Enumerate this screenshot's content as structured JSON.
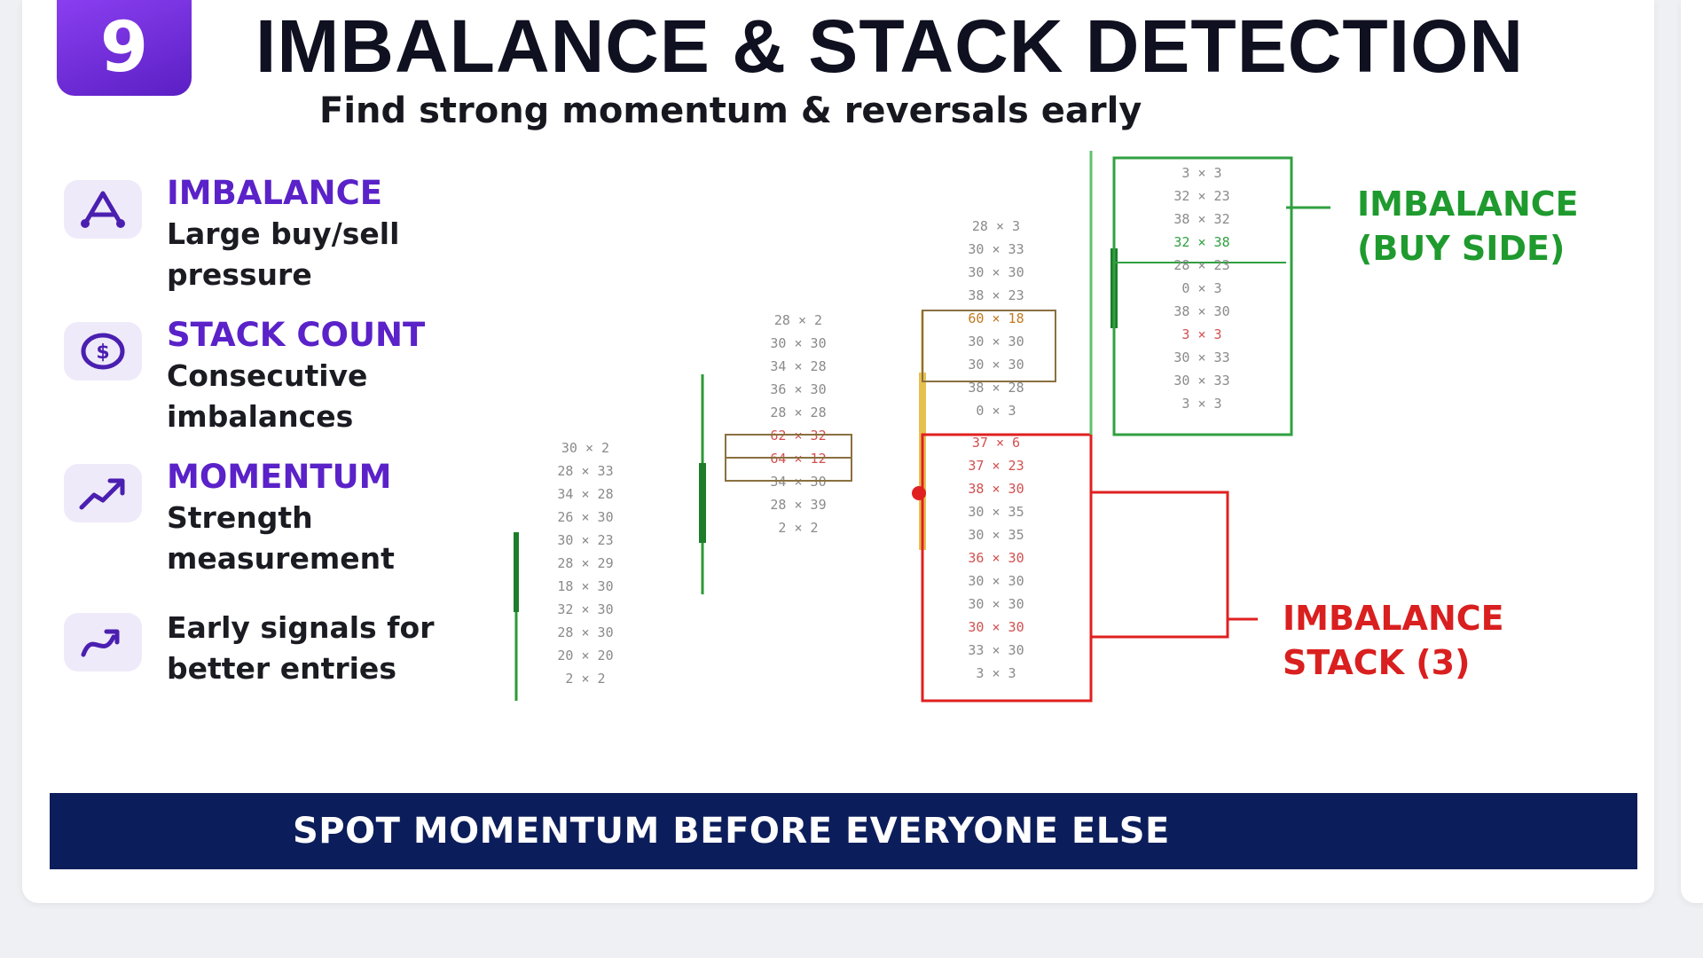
{
  "badge_number": "9",
  "title": "IMBALANCE & STACK DETECTION",
  "subtitle": "Find strong momentum & reversals early",
  "features": [
    {
      "icon": "scale-icon",
      "title": "IMBALANCE",
      "desc": "Large buy/sell pressure"
    },
    {
      "icon": "coin-stack-icon",
      "title": "STACK COUNT",
      "desc": "Consecutive imbalances"
    },
    {
      "icon": "trend-up-icon",
      "title": "MOMENTUM",
      "desc": "Strength measurement"
    },
    {
      "icon": "signal-arrow-icon",
      "title": "",
      "desc": "Early signals for better entries"
    }
  ],
  "callouts": {
    "buy": "IMBALANCE\n(BUY SIDE)",
    "stack": "IMBALANCE\nSTACK (3)"
  },
  "colors": {
    "accent": "#5a22c8",
    "buy": "#1f9a2e",
    "sell": "#d91f1f",
    "banner": "#0c1d5b"
  },
  "banner": "SPOT MOMENTUM BEFORE EVERYONE ELSE"
}
